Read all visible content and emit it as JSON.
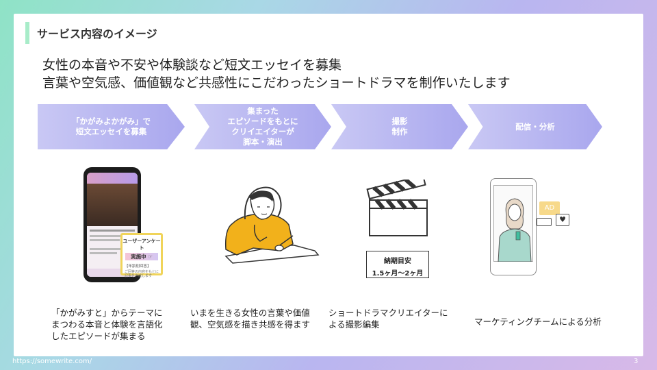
{
  "slide_title": "サービス内容のイメージ",
  "lead": {
    "line1": "女性の本音や不安や体験談など短文エッセイを募集",
    "line2": "言葉や空気感、価値観など共感性にこだわったショートドラマを制作いたします"
  },
  "steps": [
    {
      "label": "「かがみよかがみ」で\n短文エッセイを募集"
    },
    {
      "label": "集まった\nエピソードをもとに\nクリイエイターが\n脚本・演出"
    },
    {
      "label": "撮影\n制作"
    },
    {
      "label": "配信・分析"
    }
  ],
  "descriptions": [
    "「かがみすと」からテーマに\nまつわる本音と体験を言語化\nしたエピソードが集まる",
    "いまを生きる女性の言葉や価値\n観、空気感を描き共感を得ます",
    "ショートドラマクリエイターに\nよる撮影編集",
    "マーケティングチームによる分析"
  ],
  "phone_card": {
    "title": "ユーザーアンケート",
    "subtitle": "実施中 ☞",
    "tag": "【年齢別回答】",
    "note": "ご回答の内容をもとに\n記事を作成します"
  },
  "clapper_card": {
    "title": "納期目安",
    "value": "1.5ヶ月〜2ヶ月"
  },
  "ad_badge": "AD",
  "footer": {
    "url": "https://somewrite.com/",
    "page": "3"
  },
  "colors": {
    "accent_bar": "#a8ecc9",
    "chevron": "#b6b4f1",
    "sweater": "#f2b11b"
  }
}
